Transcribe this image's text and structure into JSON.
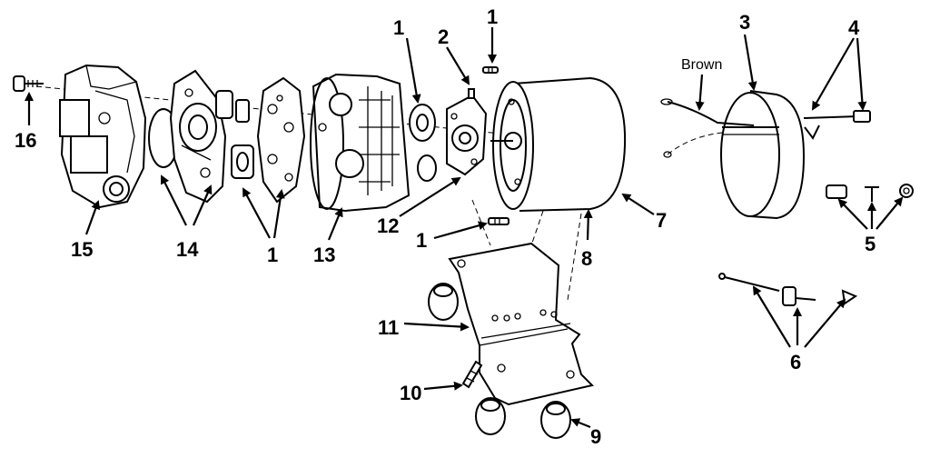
{
  "diagram": {
    "wire_label": "Brown",
    "callouts": {
      "c16": "16",
      "c15": "15",
      "c14": "14",
      "c1_left": "1",
      "c13": "13",
      "c1_top": "1",
      "c2": "2",
      "c1_screw": "1",
      "c12": "12",
      "c1_lower": "1",
      "c7": "7",
      "c8": "8",
      "c11": "11",
      "c10": "10",
      "c9": "9",
      "c3": "3",
      "c4": "4",
      "c5": "5",
      "c6": "6"
    }
  }
}
